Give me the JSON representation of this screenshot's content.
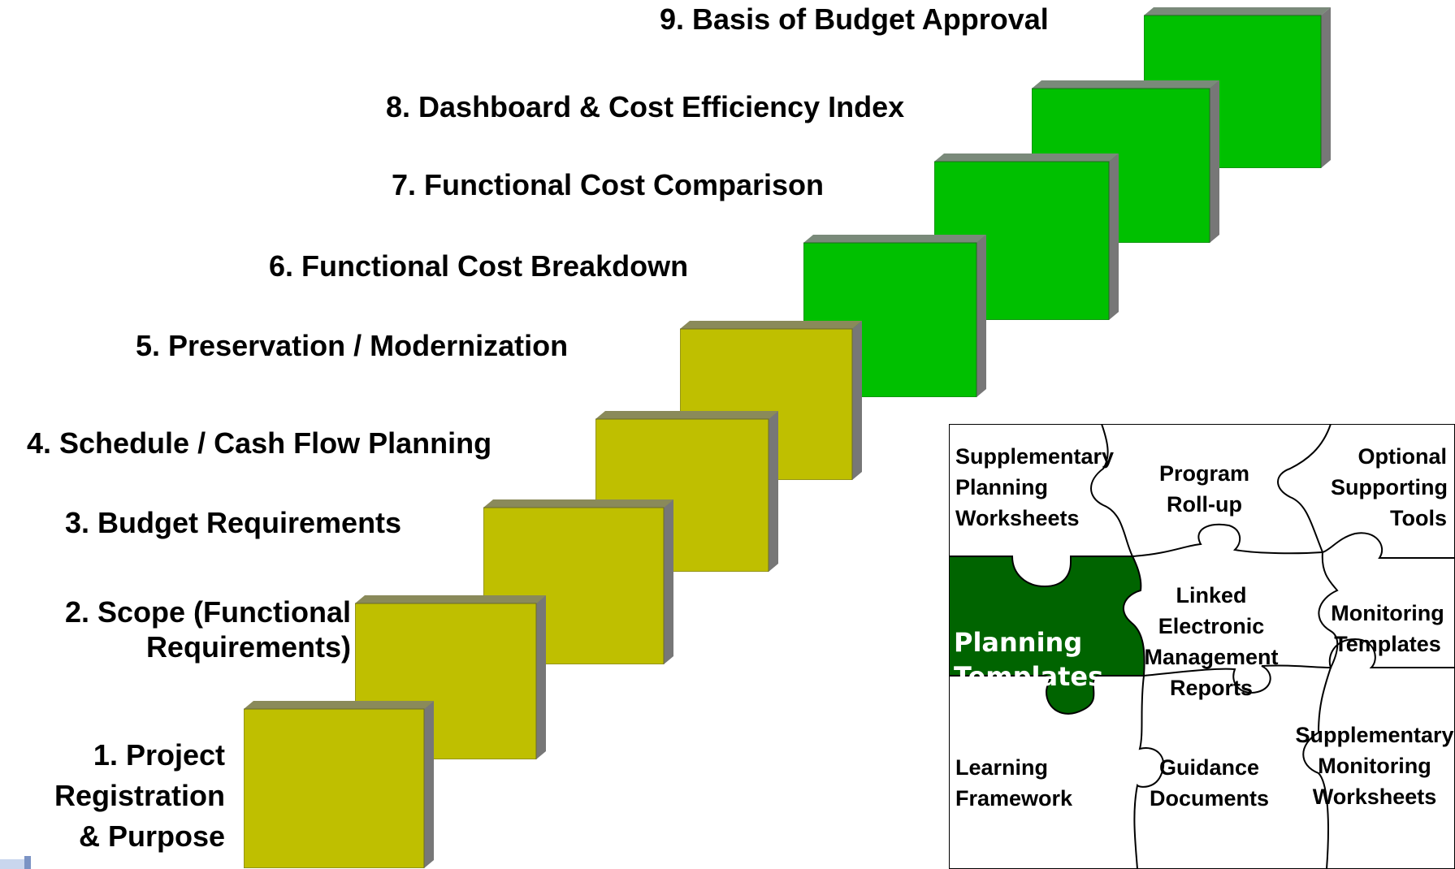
{
  "steps": [
    {
      "number": "1.",
      "lines": [
        "1.  Project",
        "Registration",
        "& Purpose"
      ],
      "color": "olive"
    },
    {
      "number": "2.",
      "lines": [
        "2. Scope (Functional",
        "Requirements)"
      ],
      "color": "olive"
    },
    {
      "number": "3.",
      "label": "3.  Budget Requirements",
      "color": "olive"
    },
    {
      "number": "4.",
      "label": "4. Schedule / Cash Flow Planning",
      "color": "olive"
    },
    {
      "number": "5.",
      "label": "5.  Preservation / Modernization",
      "color": "olive"
    },
    {
      "number": "6.",
      "label": "6.  Functional Cost Breakdown",
      "color": "green"
    },
    {
      "number": "7.",
      "label": "7.  Functional Cost Comparison",
      "color": "green"
    },
    {
      "number": "8.",
      "label": "8.  Dashboard & Cost Efficiency Index",
      "color": "green"
    },
    {
      "number": "9.",
      "label": "9.  Basis of Budget Approval",
      "color": "green"
    }
  ],
  "colors": {
    "olive_face": "#bfbf00",
    "olive_top": "#8a8a5a",
    "green_face": "#00c000",
    "green_top": "#7a8a7a",
    "side": "#777777",
    "highlight_piece": "#006400"
  },
  "puzzle": {
    "pieces": [
      {
        "id": "supplementary-planning-worksheets",
        "lines": [
          "Supplementary",
          "Planning",
          "Worksheets"
        ]
      },
      {
        "id": "program-roll-up",
        "lines": [
          "Program",
          "Roll-up"
        ]
      },
      {
        "id": "optional-supporting-tools",
        "lines": [
          "Optional",
          "Supporting",
          "Tools"
        ]
      },
      {
        "id": "planning-templates",
        "lines": [
          "Planning",
          "Templates"
        ],
        "highlighted": true
      },
      {
        "id": "linked-electronic-management-reports",
        "lines": [
          "Linked",
          "Electronic",
          "Management",
          "Reports"
        ]
      },
      {
        "id": "monitoring-templates",
        "lines": [
          "Monitoring",
          "Templates"
        ]
      },
      {
        "id": "learning-framework",
        "lines": [
          "Learning",
          "Framework"
        ]
      },
      {
        "id": "guidance-documents",
        "lines": [
          "Guidance",
          "Documents"
        ]
      },
      {
        "id": "supplementary-monitoring-worksheets",
        "lines": [
          "Supplementary",
          "Monitoring",
          "Worksheets"
        ]
      }
    ]
  }
}
